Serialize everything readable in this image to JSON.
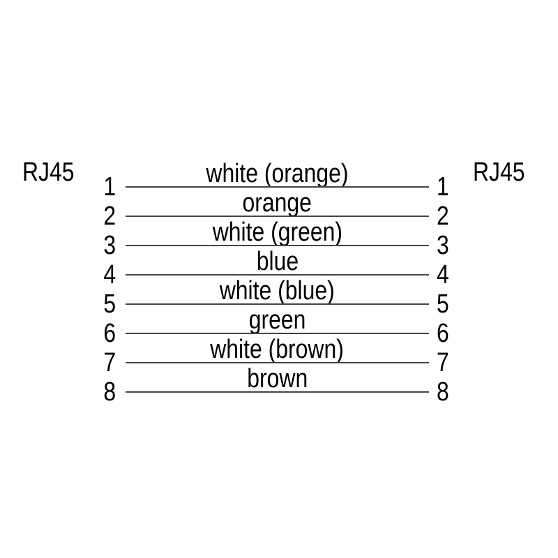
{
  "diagram": {
    "connector_left_label": "RJ45",
    "connector_right_label": "RJ45",
    "wires": [
      {
        "left_pin": "1",
        "right_pin": "1",
        "label": "white (orange)"
      },
      {
        "left_pin": "2",
        "right_pin": "2",
        "label": "orange"
      },
      {
        "left_pin": "3",
        "right_pin": "3",
        "label": "white (green)"
      },
      {
        "left_pin": "4",
        "right_pin": "4",
        "label": "blue"
      },
      {
        "left_pin": "5",
        "right_pin": "5",
        "label": "white (blue)"
      },
      {
        "left_pin": "6",
        "right_pin": "6",
        "label": "green"
      },
      {
        "left_pin": "7",
        "right_pin": "7",
        "label": "white (brown)"
      },
      {
        "left_pin": "8",
        "right_pin": "8",
        "label": "brown"
      }
    ]
  },
  "colors": {
    "background": "#ffffff",
    "text": "#000000",
    "wire_line": "#444444"
  }
}
